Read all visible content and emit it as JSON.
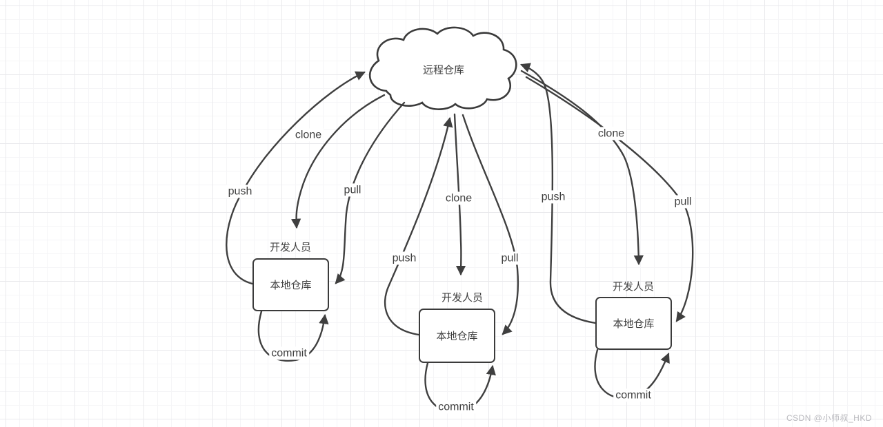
{
  "remote_repo": {
    "label": "远程仓库"
  },
  "groups": [
    {
      "developer_label": "开发人员",
      "repo_label": "本地仓库",
      "push_label": "push",
      "clone_label": "clone",
      "pull_label": "pull",
      "commit_label": "commit"
    },
    {
      "developer_label": "开发人员",
      "repo_label": "本地仓库",
      "push_label": "push",
      "clone_label": "clone",
      "pull_label": "pull",
      "commit_label": "commit"
    },
    {
      "developer_label": "开发人员",
      "repo_label": "本地仓库",
      "push_label": "push",
      "clone_label": "clone",
      "pull_label": "pull",
      "commit_label": "commit"
    }
  ],
  "watermark": "CSDN @小师叔_HKD",
  "colors": {
    "stroke": "#3f3f3f",
    "text": "#3f3f3f",
    "watermark": "#b9b9be",
    "grid_minor": "#f5f5f7",
    "grid_major": "#e9e9ec"
  }
}
